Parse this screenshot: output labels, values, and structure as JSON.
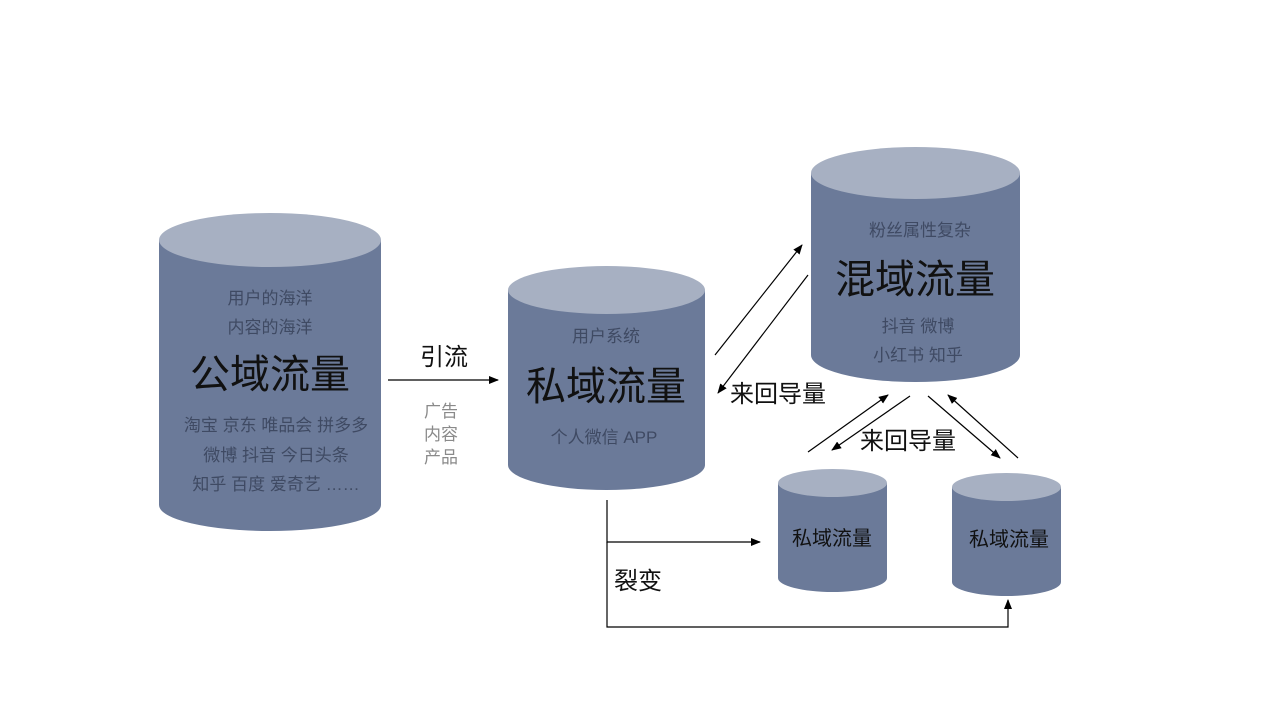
{
  "colors": {
    "body": "#6b7a99",
    "top": "#a7b0c2"
  },
  "public": {
    "sub1": "用户的海洋",
    "sub2": "内容的海洋",
    "title": "公域流量",
    "list1": "淘宝 京东 唯品会 拼多多",
    "list2": "微博 抖音 今日头条",
    "list3": "知乎 百度 爱奇艺 ……"
  },
  "arrow_main": {
    "label": "引流",
    "items": [
      "广告",
      "内容",
      "产品"
    ]
  },
  "private": {
    "sub": "用户系统",
    "title": "私域流量",
    "bottom": "个人微信 APP"
  },
  "mixed": {
    "sub": "粉丝属性复杂",
    "title": "混域流量",
    "list1": "抖音 微博",
    "list2": "小红书 知乎"
  },
  "exchange_label_1": "来回导量",
  "exchange_label_2": "来回导量",
  "fission_label": "裂变",
  "small_private_1": "私域流量",
  "small_private_2": "私域流量"
}
